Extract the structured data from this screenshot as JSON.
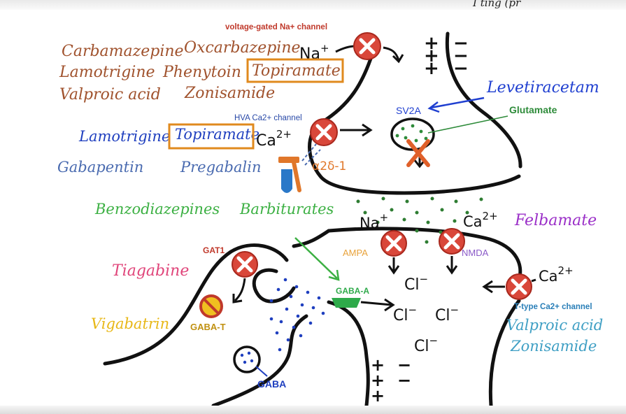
{
  "top_snippet": "I ting (pr",
  "na_channel": {
    "label": "voltage-gated Na+ channel",
    "ion": "Na",
    "ion_sup": "+",
    "drugs": [
      "Carbamazepine",
      "Oxcarbazepine",
      "Lamotrigine",
      "Phenytoin",
      "Topiramate",
      "Valproic acid",
      "Zonisamide"
    ]
  },
  "presyn_charges": {
    "plus": [
      "+",
      "+",
      "+"
    ],
    "minus": [
      "−",
      "−",
      "−"
    ]
  },
  "ca_channel": {
    "label": "HVA Ca2+ channel",
    "ion": "Ca",
    "ion_sup": "2+",
    "drugs_blue": [
      "Lamotrigine",
      "Topiramate"
    ],
    "drugs_lightblue": [
      "Gabapentin",
      "Pregabalin"
    ],
    "subunit": "α2δ-1"
  },
  "sv2a": {
    "label": "SV2A",
    "drug": "Levetiracetam"
  },
  "glutamate": {
    "label": "Glutamate"
  },
  "benzo": {
    "drugs": [
      "Benzodiazepines",
      "Barbiturates"
    ]
  },
  "ampa": {
    "label": "AMPA",
    "ion": "Na",
    "ion_sup": "+"
  },
  "nmda": {
    "label": "NMDA",
    "ion": "Ca",
    "ion_sup": "2+",
    "drug": "Felbamate"
  },
  "gat1": {
    "label": "GAT1",
    "drug": "Tiagabine"
  },
  "gabat": {
    "label": "GABA-T",
    "drug": "Vigabatrin"
  },
  "gabaa": {
    "label": "GABA-A"
  },
  "gaba": {
    "label": "GABA"
  },
  "chloride": {
    "ion": "Cl",
    "ion_sup": "−"
  },
  "ttype": {
    "label": "T-type Ca2+ channel",
    "ion": "Ca",
    "ion_sup": "2+",
    "drugs": [
      "Valproic acid",
      "Zonisamide"
    ]
  },
  "postsyn_charges": {
    "plus": [
      "+",
      "+",
      "+"
    ],
    "minus": [
      "−",
      "−"
    ]
  },
  "colors": {
    "na_drugs": "#a0522d",
    "ca_drugs": "#1f3fbf",
    "ca_drugs_light": "#4a6bb0",
    "levetiracetam": "#1f3fd0",
    "glutamate": "#2e8b3a",
    "benzo": "#3cb043",
    "felbamate": "#9b30c8",
    "tiagabine": "#e0457a",
    "vigabatrin": "#f0c020",
    "ttype": "#3f9fc4",
    "ampa": "#e8a23a",
    "nmda": "#8a5ac8",
    "block": "#d9473a",
    "topiramate_box": "#e08a1e"
  }
}
